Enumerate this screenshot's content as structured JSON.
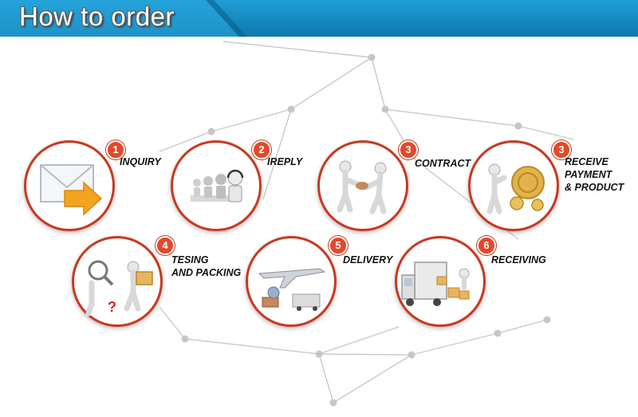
{
  "banner": {
    "title": "How to order",
    "color": "#1e8fc3"
  },
  "accent_color": "#c8391f",
  "steps": [
    {
      "number": "1",
      "label": "INQUIRY",
      "icon": "envelope-arrow-icon"
    },
    {
      "number": "2",
      "label": "IREPLY",
      "icon": "call-center-icon"
    },
    {
      "number": "3",
      "label": "CONTRACT",
      "icon": "handshake-icon"
    },
    {
      "number": "3",
      "label_lines": [
        "RECEIVE",
        "PAYMENT",
        "& PRODUCT"
      ],
      "icon": "gold-coins-icon"
    },
    {
      "number": "4",
      "label_lines": [
        "TESING",
        "AND PACKING"
      ],
      "icon": "magnifier-inspection-icon"
    },
    {
      "number": "5",
      "label": "DELIVERY",
      "icon": "airplane-truck-icon"
    },
    {
      "number": "6",
      "label": "RECEIVING",
      "icon": "delivery-truck-icon"
    }
  ]
}
